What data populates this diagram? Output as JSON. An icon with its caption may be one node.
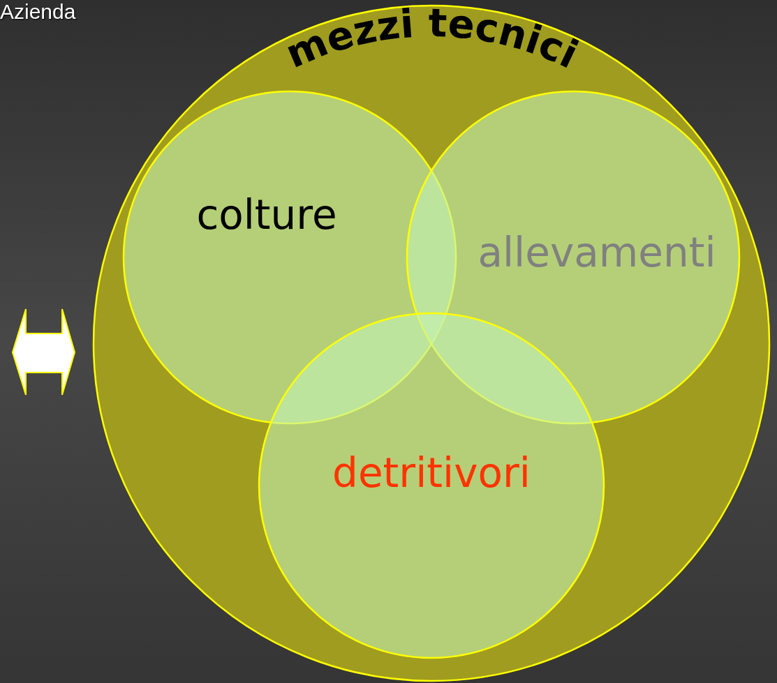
{
  "diagram": {
    "nodes": [
      {
        "text": [
          "mezzi tecnici"
        ]
      },
      {
        "text": [
          "colture"
        ],
        "in": 0
      },
      {
        "text": [
          "allevamenti"
        ],
        "in": 0
      },
      {
        "text": [
          "detritivori"
        ],
        "in": 0
      }
    ],
    "labels": [
      "Azienda"
    ]
  }
}
